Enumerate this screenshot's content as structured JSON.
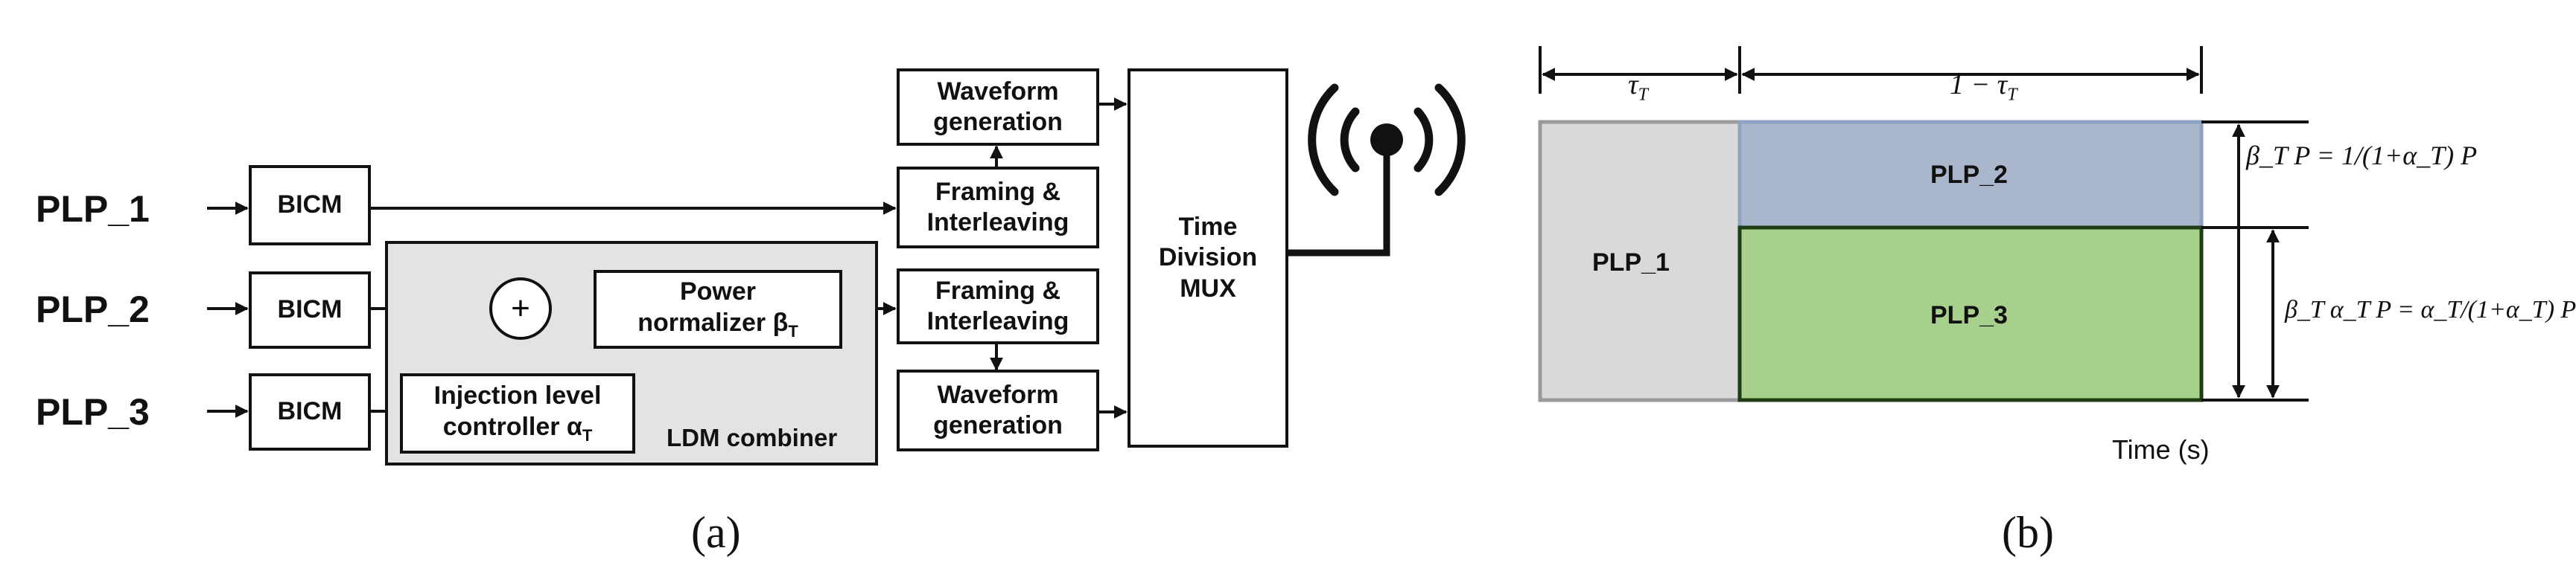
{
  "panel_a": {
    "inputs": [
      "PLP_1",
      "PLP_2",
      "PLP_3"
    ],
    "bicm_label": "BICM",
    "ldm_combiner_label": "LDM combiner",
    "summer_symbol": "+",
    "power_normalizer": [
      "Power",
      "normalizer β",
      "T"
    ],
    "injection_controller": [
      "Injection level",
      "controller α",
      "T"
    ],
    "waveform_generation": [
      "Waveform",
      "generation"
    ],
    "framing_interleaving": [
      "Framing &",
      "Interleaving"
    ],
    "tdm": [
      "Time",
      "Division",
      "MUX"
    ],
    "caption": "(a)"
  },
  "panel_b": {
    "tau_label": "τ",
    "tau_sub": "T",
    "one_minus_tau_label": "1 − τ",
    "one_minus_tau_sub": "T",
    "region_plp1": "PLP_1",
    "region_plp2": "PLP_2",
    "region_plp3": "PLP_3",
    "eq1": "β_T P = 1/(1+α_T) P",
    "eq2": "β_T α_T P = α_T/(1+α_T) P",
    "time_axis_label": "Time (s)",
    "caption": "(b)",
    "colors": {
      "plp1_fill": "#d9d9d9",
      "plp1_border": "#9a9a9a",
      "plp2_fill": "#aab6cc",
      "plp2_border": "#8ea2c4",
      "plp3_fill": "#a8d08d",
      "plp3_border": "#1f3d14"
    }
  }
}
